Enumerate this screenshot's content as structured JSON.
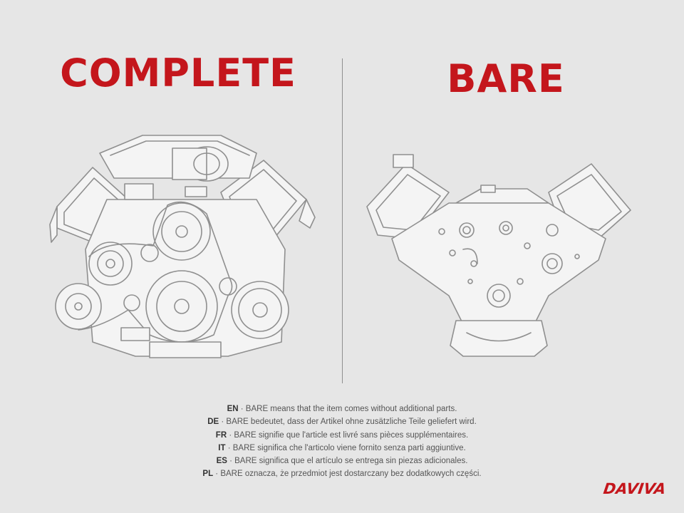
{
  "headings": {
    "complete": "COMPLETE",
    "bare": "BARE"
  },
  "notes": [
    {
      "code": "EN",
      "text": " · BARE means that the item comes without additional parts."
    },
    {
      "code": "DE",
      "text": " · BARE bedeutet, dass der Artikel ohne zusätzliche Teile geliefert wird."
    },
    {
      "code": "FR",
      "text": " · BARE signifie que l'article est livré sans pièces supplémentaires."
    },
    {
      "code": "IT",
      "text": " · BARE significa che l'articolo viene fornito senza parti aggiuntive."
    },
    {
      "code": "ES",
      "text": " · BARE significa que el artículo se entrega sin piezas adicionales."
    },
    {
      "code": "PL",
      "text": " · BARE oznacza, że przedmiot jest dostarczany bez dodatkowych części."
    }
  ],
  "brand": "DAVIVA",
  "colors": {
    "accent": "#c4161c",
    "background": "#e6e6e6",
    "line": "#8f8f8f"
  }
}
